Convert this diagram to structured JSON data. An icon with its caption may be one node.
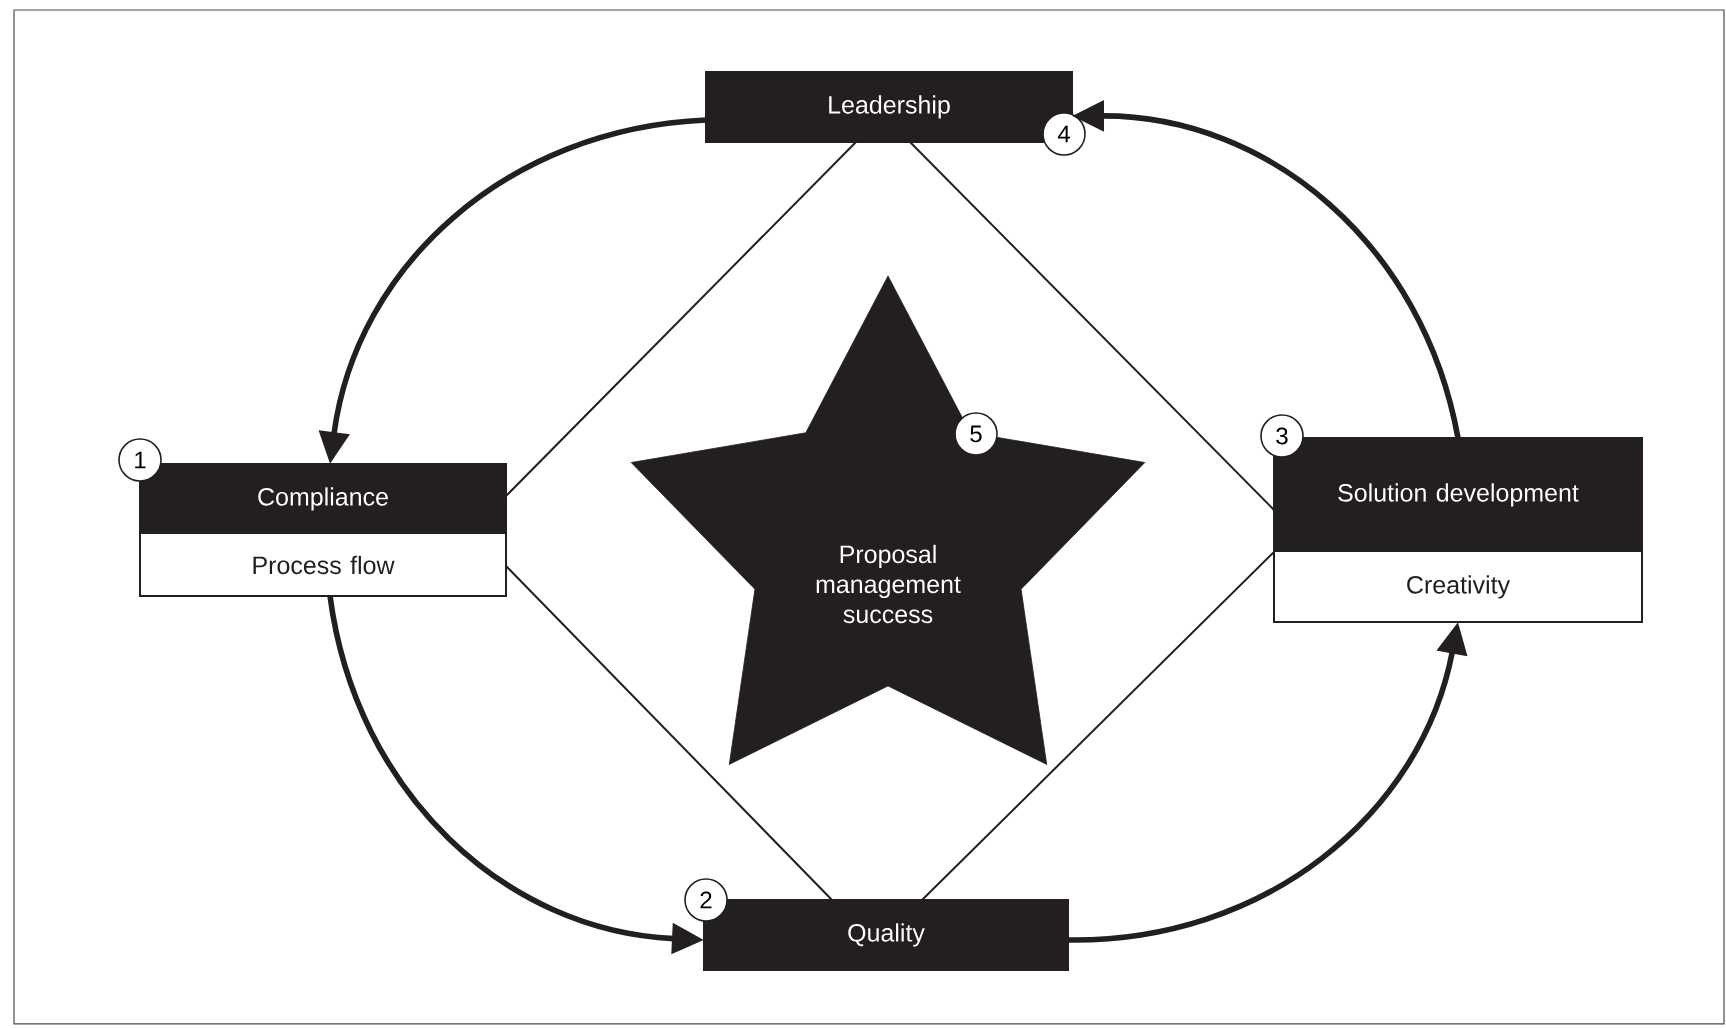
{
  "diagram": {
    "nodes": [
      {
        "text": [
          "1",
          "Compliance",
          "Process flow"
        ]
      },
      {
        "text": [
          "2",
          "Quality"
        ]
      },
      {
        "text": [
          "3",
          "Solution development",
          "Creativity"
        ]
      },
      {
        "text": [
          "Leadership",
          "4"
        ]
      },
      {
        "text": [
          "5",
          "Proposal management success"
        ]
      }
    ],
    "edges": [
      {
        "from": 3,
        "to": 0,
        "arrow": "none"
      },
      {
        "from": 0,
        "to": 1,
        "arrow": "none"
      },
      {
        "from": 1,
        "to": 2,
        "arrow": "none"
      },
      {
        "from": 2,
        "to": 3,
        "arrow": "none"
      },
      {
        "from": 3,
        "to": 0,
        "arrow": "to",
        "style": "thick"
      },
      {
        "from": 0,
        "to": 1,
        "arrow": "to",
        "style": "thick"
      },
      {
        "from": 1,
        "to": 2,
        "arrow": "to",
        "style": "thick"
      },
      {
        "from": 2,
        "to": 3,
        "arrow": "to",
        "style": "thick"
      }
    ]
  }
}
